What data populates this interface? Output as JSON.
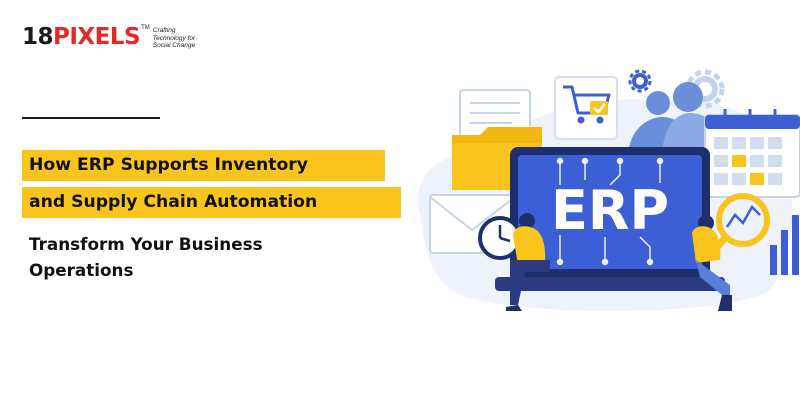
{
  "brand": {
    "number": "18",
    "word": "PIXELS",
    "tm": "TM",
    "tagline_1": "Crafting",
    "tagline_2": "Technology for",
    "tagline_3": "Social Change"
  },
  "headline": {
    "line1": "How ERP Supports Inventory",
    "line2": "and Supply Chain Automation"
  },
  "subheadline": {
    "line1": "Transform Your Business",
    "line2": "Operations"
  },
  "illustration": {
    "screen_text": "ERP",
    "icons": [
      "shopping-cart-icon",
      "gear-icon",
      "calendar-icon",
      "clock-icon",
      "envelope-icon",
      "magnifier-icon",
      "document-icon",
      "folder-icon"
    ]
  },
  "colors": {
    "highlight": "#f9c51c",
    "brand_red": "#e32a2a",
    "screen_blue": "#3d5fd6",
    "text": "#111111"
  }
}
